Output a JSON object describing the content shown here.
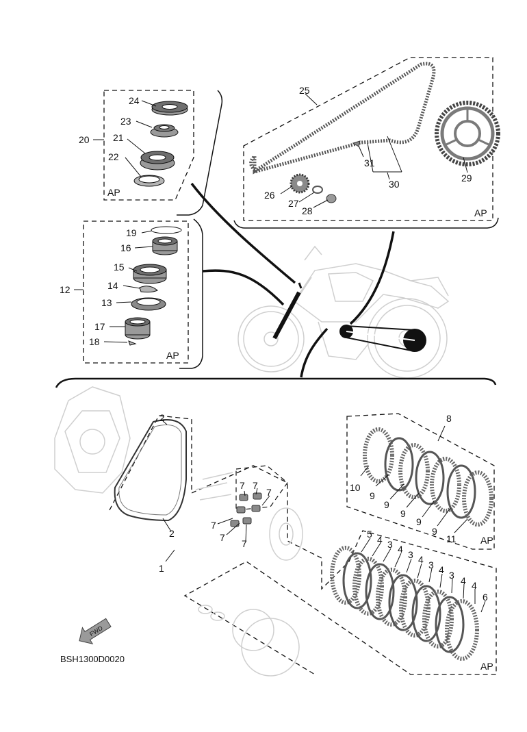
{
  "diagram": {
    "code": "BSH1300D0020",
    "direction_label": "FWD",
    "ap_label": "AP",
    "colors": {
      "line": "#111111",
      "part_gray": "#8a8a8a",
      "ghost_gray": "#cfcfcf"
    },
    "callouts": {
      "n1": "1",
      "n2": "2",
      "n3": "3",
      "n4": "4",
      "n5": "5",
      "n6": "6",
      "n7": "7",
      "n8": "8",
      "n9": "9",
      "n10": "10",
      "n11": "11",
      "n12": "12",
      "n13": "13",
      "n14": "14",
      "n15": "15",
      "n16": "16",
      "n17": "17",
      "n18": "18",
      "n19": "19",
      "n20": "20",
      "n21": "21",
      "n22": "22",
      "n23": "23",
      "n24": "24",
      "n25": "25",
      "n26": "26",
      "n27": "27",
      "n28": "28",
      "n29": "29",
      "n30": "30",
      "n31": "31"
    },
    "icons": [
      "motorcycle-icon",
      "drive-chain-icon",
      "sprocket-icon",
      "bearing-icon",
      "clutch-plate-icon",
      "crankcase-cover-gasket-icon",
      "fwd-arrow-icon"
    ]
  }
}
